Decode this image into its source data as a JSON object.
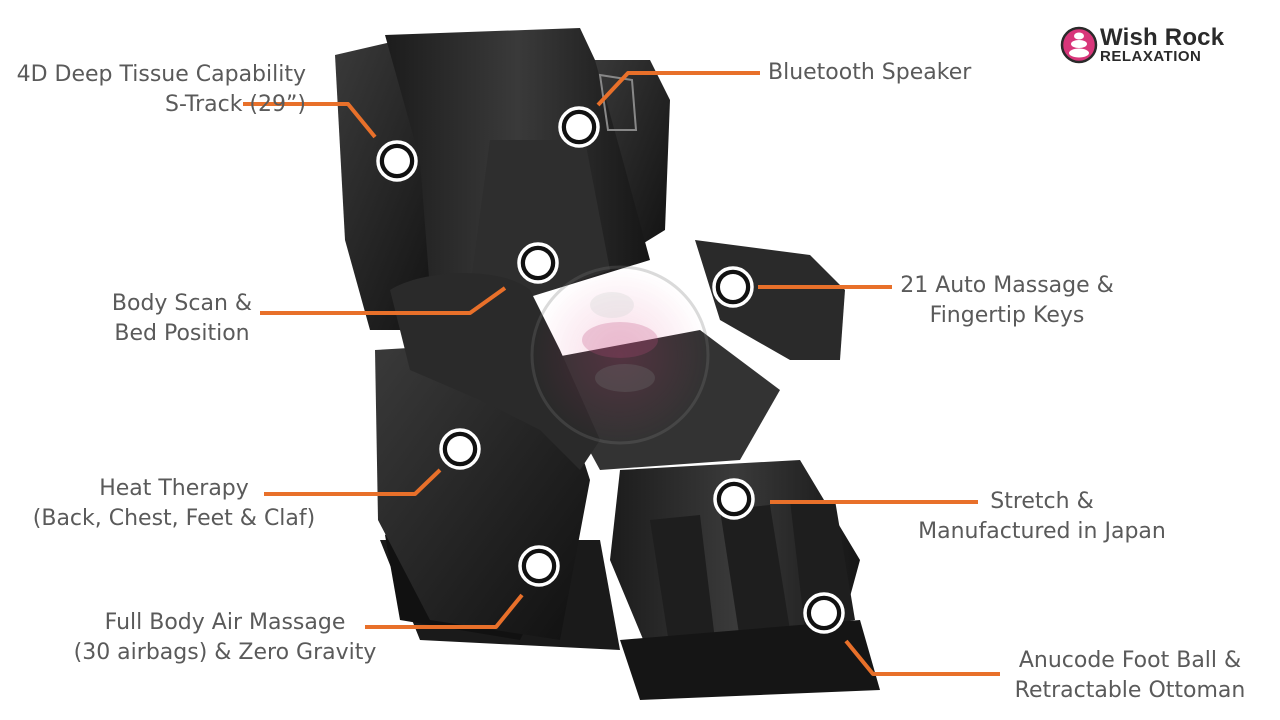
{
  "brand": {
    "name_line1": "Wish Rock",
    "name_line2": "RELAXATION",
    "colors": {
      "accent": "#e8702a",
      "text": "#5a5a5a",
      "logo_pink": "#d8367a",
      "logo_dark": "#2a2a2a"
    }
  },
  "features": [
    {
      "id": "4d",
      "lines": [
        "4D Deep Tissue Capability",
        "S-Track (29”)"
      ]
    },
    {
      "id": "bluetooth",
      "lines": [
        "Bluetooth Speaker"
      ]
    },
    {
      "id": "bodyscan",
      "lines": [
        "Body Scan &",
        "Bed Position"
      ]
    },
    {
      "id": "auto",
      "lines": [
        "21 Auto Massage &",
        "Fingertip Keys"
      ]
    },
    {
      "id": "heat",
      "lines": [
        "Heat Therapy",
        "(Back, Chest, Feet & Claf)"
      ]
    },
    {
      "id": "stretch",
      "lines": [
        "Stretch &",
        "Manufactured in Japan"
      ]
    },
    {
      "id": "air",
      "lines": [
        "Full Body Air Massage",
        "(30 airbags) & Zero Gravity"
      ]
    },
    {
      "id": "foot",
      "lines": [
        "Anucode Foot Ball &",
        "Retractable Ottoman"
      ]
    }
  ],
  "icons": {
    "logo": "stacked-stones-icon",
    "hotspot": "circle-marker-icon"
  }
}
